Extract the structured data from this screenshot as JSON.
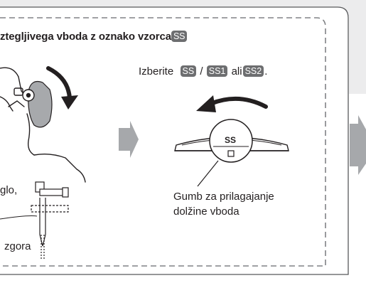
{
  "doc": {
    "title_text": "ztegljivega vboda z oznako vzorca",
    "title_tag": "SS",
    "select_prefix": "Izberite",
    "select_tag_1": "SS",
    "select_sep": "/",
    "select_tag_2": "SS1",
    "select_word": "ali",
    "select_tag_3": "SS2",
    "select_end": ".",
    "dial_label": "SS",
    "caption_line_1": "Gumb za prilagajanje",
    "caption_line_2": "dolžine vboda",
    "left_label_1": "glo,",
    "left_label_2": "zgora"
  },
  "colors": {
    "tag_fill": "#6d6e70",
    "arrow_fill": "#a6a8ab",
    "dashed_border": "#808285",
    "top_band": "#ececed"
  }
}
